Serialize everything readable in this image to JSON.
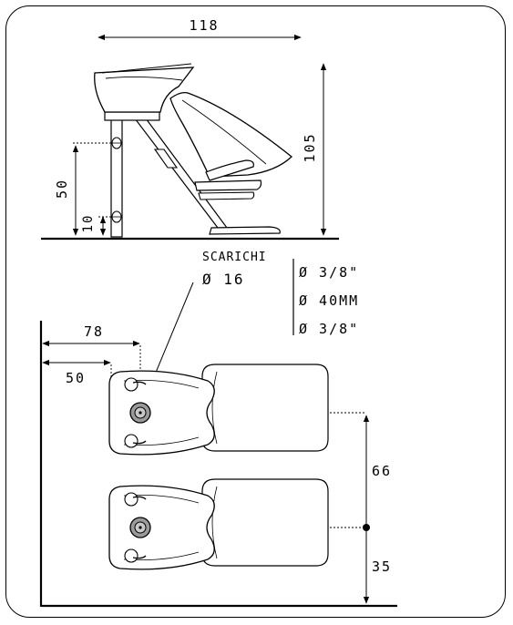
{
  "colors": {
    "line": "#000000",
    "drain_fill": "#9a9a9a",
    "background": "#ffffff"
  },
  "side_view": {
    "width_label": "118",
    "height_label": "105",
    "rail_height_label": "50",
    "base_height_label": "10"
  },
  "drains": {
    "title": "SCARICHI",
    "main_size": "Ø 16",
    "pipe_sizes": [
      "Ø 3/8\"",
      "Ø 40MM",
      "Ø 3/8\""
    ]
  },
  "top_view": {
    "outer_offset_label": "78",
    "inner_offset_label": "50",
    "spacing_label": "66",
    "end_label": "35"
  }
}
